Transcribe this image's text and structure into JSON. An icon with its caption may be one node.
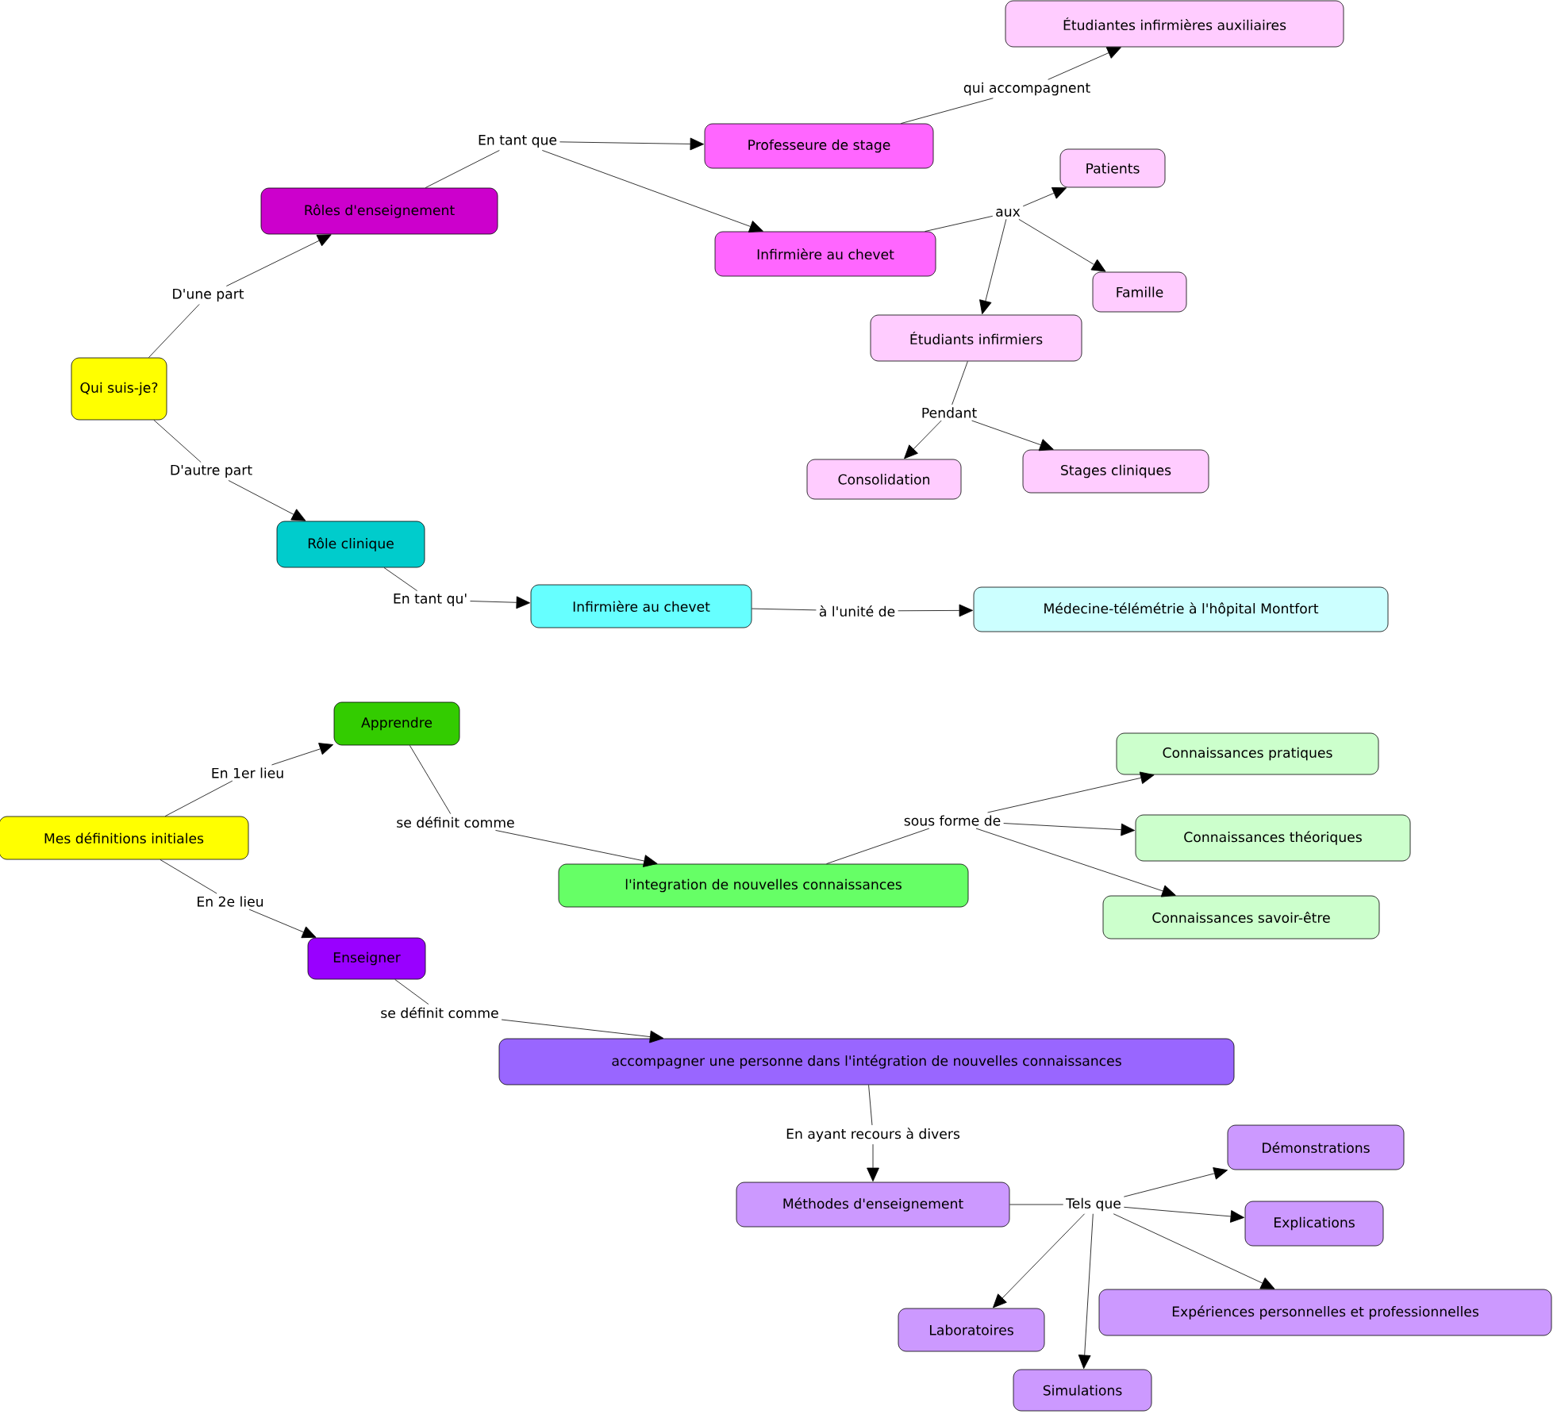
{
  "diagram": {
    "nodes": [
      {
        "text": [
          "Qui suis-je?"
        ]
      },
      {
        "text": [
          "D'une part"
        ]
      },
      {
        "text": [
          "Rôles d'enseignement"
        ]
      },
      {
        "text": [
          "D'autre part"
        ]
      },
      {
        "text": [
          "Rôle clinique"
        ]
      },
      {
        "text": [
          "En tant que"
        ]
      },
      {
        "text": [
          "Professeure de stage"
        ]
      },
      {
        "text": [
          "Infirmière au chevet"
        ]
      },
      {
        "text": [
          "qui accompagnent"
        ]
      },
      {
        "text": [
          "Étudiantes infirmières auxiliaires"
        ]
      },
      {
        "text": [
          "aux"
        ]
      },
      {
        "text": [
          "Patients"
        ]
      },
      {
        "text": [
          "Famille"
        ]
      },
      {
        "text": [
          "Étudiants infirmiers"
        ]
      },
      {
        "text": [
          "Pendant"
        ]
      },
      {
        "text": [
          "Consolidation"
        ]
      },
      {
        "text": [
          "Stages cliniques"
        ]
      },
      {
        "text": [
          "En tant qu'"
        ]
      },
      {
        "text": [
          "Infirmière au chevet"
        ]
      },
      {
        "text": [
          "à l'unité de"
        ]
      },
      {
        "text": [
          "Médecine-télémétrie à l'hôpital Montfort"
        ]
      },
      {
        "text": [
          "Mes définitions initiales"
        ]
      },
      {
        "text": [
          "En 1er lieu"
        ]
      },
      {
        "text": [
          "Apprendre"
        ]
      },
      {
        "text": [
          "En 2e lieu"
        ]
      },
      {
        "text": [
          "Enseigner"
        ]
      },
      {
        "text": [
          "se définit comme"
        ]
      },
      {
        "text": [
          "l'integration de nouvelles connaissances"
        ]
      },
      {
        "text": [
          "sous forme de"
        ]
      },
      {
        "text": [
          "Connaissances pratiques"
        ]
      },
      {
        "text": [
          "Connaissances théoriques"
        ]
      },
      {
        "text": [
          "Connaissances savoir-être"
        ]
      },
      {
        "text": [
          "se définit comme"
        ]
      },
      {
        "text": [
          "accompagner une personne dans l'intégration de nouvelles connaissances"
        ]
      },
      {
        "text": [
          "En ayant recours à divers"
        ]
      },
      {
        "text": [
          "Méthodes d'enseignement"
        ]
      },
      {
        "text": [
          "Tels que"
        ]
      },
      {
        "text": [
          "Démonstrations"
        ]
      },
      {
        "text": [
          "Explications"
        ]
      },
      {
        "text": [
          "Laboratoires"
        ]
      },
      {
        "text": [
          "Expériences personnelles et professionnelles"
        ]
      },
      {
        "text": [
          "Simulations"
        ]
      }
    ],
    "edges": [
      {
        "from": 0,
        "to": 1,
        "arrow": "none"
      },
      {
        "from": 1,
        "to": 2,
        "arrow": "to"
      },
      {
        "from": 0,
        "to": 3,
        "arrow": "none"
      },
      {
        "from": 3,
        "to": 4,
        "arrow": "to"
      },
      {
        "from": 2,
        "to": 5,
        "arrow": "none"
      },
      {
        "from": 5,
        "to": 6,
        "arrow": "to"
      },
      {
        "from": 5,
        "to": 7,
        "arrow": "to"
      },
      {
        "from": 6,
        "to": 8,
        "arrow": "none"
      },
      {
        "from": 8,
        "to": 9,
        "arrow": "to"
      },
      {
        "from": 7,
        "to": 10,
        "arrow": "none"
      },
      {
        "from": 10,
        "to": 11,
        "arrow": "to"
      },
      {
        "from": 10,
        "to": 12,
        "arrow": "to"
      },
      {
        "from": 10,
        "to": 13,
        "arrow": "to"
      },
      {
        "from": 13,
        "to": 14,
        "arrow": "none"
      },
      {
        "from": 14,
        "to": 15,
        "arrow": "to"
      },
      {
        "from": 14,
        "to": 16,
        "arrow": "to"
      },
      {
        "from": 4,
        "to": 17,
        "arrow": "none"
      },
      {
        "from": 17,
        "to": 18,
        "arrow": "to"
      },
      {
        "from": 18,
        "to": 19,
        "arrow": "none"
      },
      {
        "from": 19,
        "to": 20,
        "arrow": "to"
      },
      {
        "from": 21,
        "to": 22,
        "arrow": "none"
      },
      {
        "from": 22,
        "to": 23,
        "arrow": "to"
      },
      {
        "from": 21,
        "to": 24,
        "arrow": "none"
      },
      {
        "from": 24,
        "to": 25,
        "arrow": "to"
      },
      {
        "from": 23,
        "to": 26,
        "arrow": "none"
      },
      {
        "from": 26,
        "to": 27,
        "arrow": "to"
      },
      {
        "from": 27,
        "to": 28,
        "arrow": "none"
      },
      {
        "from": 28,
        "to": 29,
        "arrow": "to"
      },
      {
        "from": 28,
        "to": 30,
        "arrow": "to"
      },
      {
        "from": 28,
        "to": 31,
        "arrow": "to"
      },
      {
        "from": 25,
        "to": 32,
        "arrow": "none"
      },
      {
        "from": 32,
        "to": 33,
        "arrow": "to"
      },
      {
        "from": 33,
        "to": 34,
        "arrow": "none"
      },
      {
        "from": 34,
        "to": 35,
        "arrow": "to"
      },
      {
        "from": 35,
        "to": 36,
        "arrow": "none"
      },
      {
        "from": 36,
        "to": 37,
        "arrow": "to"
      },
      {
        "from": 36,
        "to": 38,
        "arrow": "to"
      },
      {
        "from": 36,
        "to": 39,
        "arrow": "to"
      },
      {
        "from": 36,
        "to": 40,
        "arrow": "to"
      },
      {
        "from": 36,
        "to": 41,
        "arrow": "to"
      }
    ]
  }
}
